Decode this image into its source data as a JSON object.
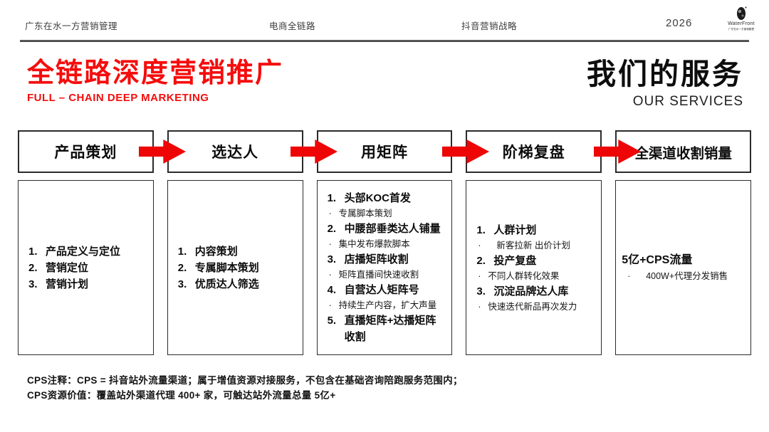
{
  "header": {
    "nav": [
      "广东在水一方营销管理",
      "电商全链路",
      "抖音营销战略"
    ],
    "year": "2026",
    "logo": {
      "name": "WaterFront",
      "sub": "广东在水一方营销管理"
    }
  },
  "title": {
    "cn": "全链路深度营销推广",
    "en": "FULL – CHAIN DEEP MARKETING"
  },
  "services": {
    "cn": "我们的服务",
    "en": "OUR SERVICES"
  },
  "colors": {
    "accent_red": "#ee0606",
    "title_red": "#f50d0d",
    "text_black": "#0c0c0c",
    "rule_gray": "#4a4a4a"
  },
  "stages": [
    {
      "title": "产品策划",
      "list": [
        {
          "marker": "1.",
          "text": "产品定义与定位"
        },
        {
          "marker": "2.",
          "text": "营销定位"
        },
        {
          "marker": "3.",
          "text": "营销计划"
        }
      ]
    },
    {
      "title": "选达人",
      "list": [
        {
          "marker": "1.",
          "text": "内容策划"
        },
        {
          "marker": "2.",
          "text": "专属脚本策划"
        },
        {
          "marker": "3.",
          "text": "优质达人筛选"
        }
      ]
    },
    {
      "title": "用矩阵",
      "list": [
        {
          "marker": "1.",
          "text": "头部KOC首发"
        },
        {
          "marker": "·",
          "text": "专属脚本策划"
        },
        {
          "marker": "2.",
          "text": "中腰部垂类达人铺量"
        },
        {
          "marker": "·",
          "text": "集中发布爆款脚本"
        },
        {
          "marker": "3.",
          "text": "店播矩阵收割"
        },
        {
          "marker": "·",
          "text": "矩阵直播间快速收割"
        },
        {
          "marker": "4.",
          "text": "自营达人矩阵号"
        },
        {
          "marker": "·",
          "text": "持续生产内容，扩大声量"
        },
        {
          "marker": "5.",
          "text": "直播矩阵+达播矩阵收割"
        }
      ]
    },
    {
      "title": "阶梯复盘",
      "list": [
        {
          "marker": "1.",
          "text": "人群计划"
        },
        {
          "marker": "·",
          "text": "新客拉新 出价计划"
        },
        {
          "marker": "2.",
          "text": "投产复盘"
        },
        {
          "marker": "·",
          "text": "不同人群转化效果"
        },
        {
          "marker": "3.",
          "text": "沉淀品牌达人库"
        },
        {
          "marker": "·",
          "text": "快速迭代新品再次发力"
        }
      ]
    },
    {
      "title": "全渠道收割销量",
      "list": [
        {
          "marker": "",
          "text": "5亿+CPS流量"
        },
        {
          "marker": "·",
          "text": "400W+代理分发销售"
        }
      ]
    }
  ],
  "footnotes": [
    "CPS注释：CPS = 抖音站外流量渠道；属于增值资源对接服务，不包含在基础咨询陪跑服务范围内；",
    "CPS资源价值：覆盖站外渠道代理 400+ 家，可触达站外流量总量 5亿+"
  ]
}
